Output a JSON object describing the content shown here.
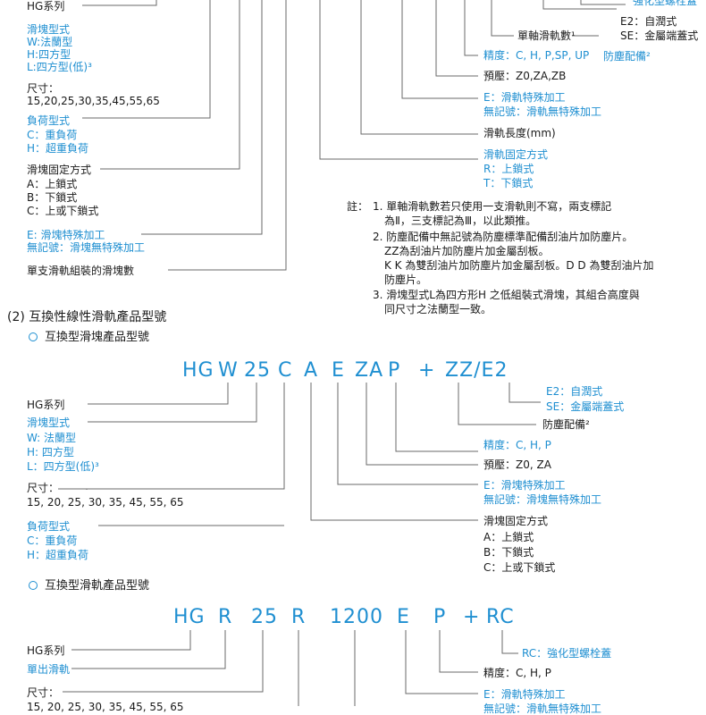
{
  "top": {
    "series": "HG系列",
    "block_type_title": "滑塊型式",
    "block_type_items": [
      "W:法蘭型",
      "H:四方型",
      "L:四方型(低)³"
    ],
    "size_title": "尺寸：",
    "size_values": "15,20,25,30,35,45,55,65",
    "load_title": "負荷型式",
    "load_items": [
      "C：重負荷",
      "H：超重負荷"
    ],
    "fix_title": "滑塊固定方式",
    "fix_items": [
      "A：上鎖式",
      "B：下鎖式",
      "C：上或下鎖式"
    ],
    "special_items": [
      "E: 滑塊特殊加工",
      "無記號：滑塊無特殊加工"
    ],
    "count": "單支滑軌組裝的滑塊數",
    "r_top_clip": "強化型螺栓蓋",
    "r_e2": "E2：自潤式",
    "r_se": "SE：金屬端蓋式",
    "r_rail_count": "單軸滑軌數¹",
    "r_dust": "防塵配備²",
    "r_precision": "精度：C, H, P,SP, UP",
    "r_preload": "預壓：Z0,ZA,ZB",
    "r_special": [
      "E：滑軌特殊加工",
      "無記號：滑軌無特殊加工"
    ],
    "r_length": "滑軌長度(mm)",
    "r_fix": [
      "滑軌固定方式",
      "R：上鎖式",
      "T：下鎖式"
    ],
    "note_label": "註：",
    "notes": [
      "1. 單軸滑軌數若只使用一支滑軌則不寫，兩支標記",
      "為Ⅱ，三支標記為Ⅲ，以此類推。",
      "2. 防塵配備中無記號為防塵標準配備刮油片加防塵片。",
      "ZZ為刮油片加防塵片加金屬刮板。",
      "K K 為雙刮油片加防塵片加金屬刮板。D D 為雙刮油片加",
      "防塵片。",
      "3. 滑塊型式L為四方形H 之低組裝式滑塊，其組合高度與",
      "同尺寸之法蘭型一致。"
    ]
  },
  "section2": {
    "heading": "(2) 互換性線性滑軌產品型號",
    "block_heading": "互換型滑塊產品型號",
    "code": [
      "HG",
      "W",
      "25",
      "C",
      "A",
      "E",
      "ZA",
      "P",
      "+",
      "ZZ/E2"
    ],
    "series": "HG系列",
    "block_type_title": "滑塊型式",
    "block_type_items": [
      "W: 法蘭型",
      "H: 四方型",
      "L：四方型(低)³"
    ],
    "size_title": "尺寸：",
    "size_values": "15, 20, 25, 30, 35, 45, 55, 65",
    "load_title": "負荷型式",
    "load_items": [
      "C：重負荷",
      "H：超重負荷"
    ],
    "r_e2": "E2：自潤式",
    "r_se": "SE：金屬端蓋式",
    "r_dust": "防塵配備²",
    "r_precision": "精度：C, H, P",
    "r_preload": "預壓：Z0, ZA",
    "r_special": [
      "E：滑塊特殊加工",
      "無記號：滑塊無特殊加工"
    ],
    "r_fix": [
      "滑塊固定方式",
      "A：上鎖式",
      "B：下鎖式",
      "C：上或下鎖式"
    ]
  },
  "section3": {
    "rail_heading": "互換型滑軌產品型號",
    "code": [
      "HG",
      "R",
      "25",
      "R",
      "1200",
      "E",
      "P",
      "+",
      "RC"
    ],
    "series": "HG系列",
    "single": "單出滑軌",
    "size_title": "尺寸：",
    "size_values": "15, 20, 25, 30, 35, 45, 55, 65",
    "r_rc": "RC：強化型螺栓蓋",
    "r_precision": "精度：C, H, P",
    "r_special": [
      "E：滑軌特殊加工",
      "無記號：滑軌無特殊加工"
    ]
  },
  "colors": {
    "accent": "#1f8fd1",
    "line": "#6a6a6a"
  }
}
